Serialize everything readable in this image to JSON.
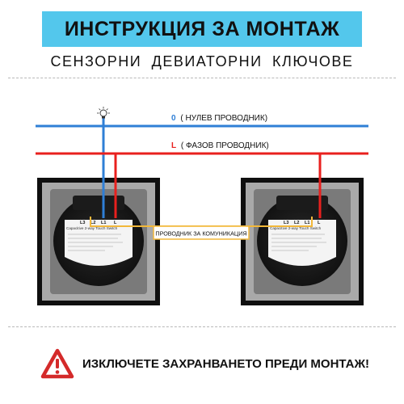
{
  "header": {
    "title": "ИНСТРУКЦИЯ ЗА МОНТАЖ",
    "subtitle": "СЕНЗОРНИ ДЕВИАТОРНИ КЛЮЧОВЕ"
  },
  "wires": {
    "neutral": {
      "letter": "0",
      "label": "( НУЛЕВ ПРОВОДНИК)",
      "color": "#2f7fd6"
    },
    "phase": {
      "letter": "L",
      "label": "( ФАЗОВ ПРОВОДНИК)",
      "color": "#e8201e"
    },
    "communication": {
      "label": "ПРОВОДНИК ЗА КОМУНИКАЦИЯ",
      "color": "#f2b83a"
    }
  },
  "switch": {
    "terminals": [
      "L3",
      "L2",
      "L1",
      "L"
    ],
    "product_label": "Capacitive 2-way Touch Switch"
  },
  "warning": {
    "text": "ИЗКЛЮЧЕТЕ ЗАХРАНВАНЕТО ПРЕДИ МОНТАЖ!",
    "color": "#d42a2a",
    "icon": "warning-triangle-icon"
  },
  "icons": {
    "lamp": "light-bulb-icon"
  }
}
